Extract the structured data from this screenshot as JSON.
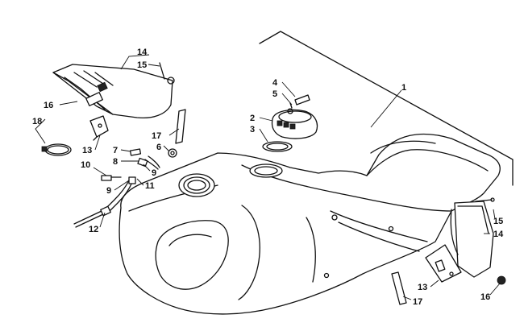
{
  "callouts": [
    {
      "id": "c1",
      "text": "1"
    },
    {
      "id": "c2",
      "text": "2"
    },
    {
      "id": "c3",
      "text": "3"
    },
    {
      "id": "c4",
      "text": "4"
    },
    {
      "id": "c5",
      "text": "5"
    },
    {
      "id": "c6",
      "text": "6"
    },
    {
      "id": "c7",
      "text": "7"
    },
    {
      "id": "c8",
      "text": "8"
    },
    {
      "id": "c9a",
      "text": "9"
    },
    {
      "id": "c9b",
      "text": "9"
    },
    {
      "id": "c10",
      "text": "10"
    },
    {
      "id": "c11",
      "text": "11"
    },
    {
      "id": "c12",
      "text": "12"
    },
    {
      "id": "c13a",
      "text": "13"
    },
    {
      "id": "c13b",
      "text": "13"
    },
    {
      "id": "c14a",
      "text": "14"
    },
    {
      "id": "c14b",
      "text": "14"
    },
    {
      "id": "c15a",
      "text": "15"
    },
    {
      "id": "c15b",
      "text": "15"
    },
    {
      "id": "c16a",
      "text": "16"
    },
    {
      "id": "c16b",
      "text": "16"
    },
    {
      "id": "c17a",
      "text": "17"
    },
    {
      "id": "c17b",
      "text": "17"
    },
    {
      "id": "c18",
      "text": "18"
    }
  ]
}
